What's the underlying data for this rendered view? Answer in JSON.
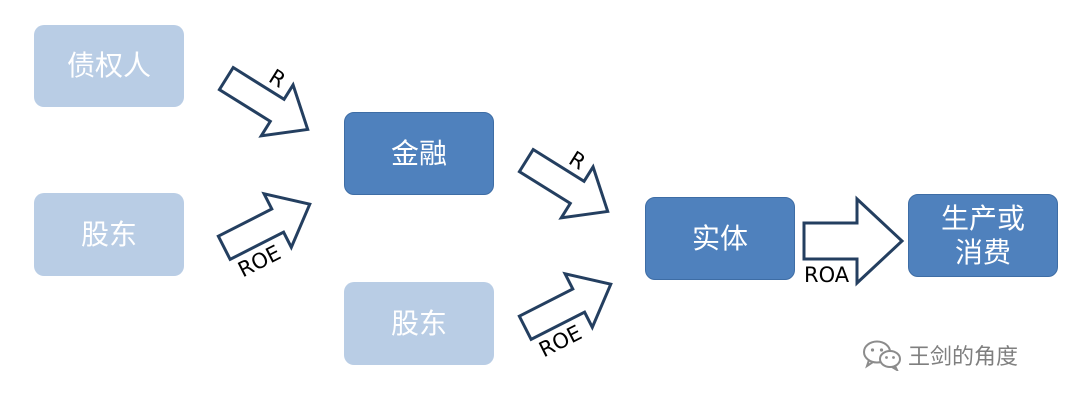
{
  "nodes": {
    "creditor": "债权人",
    "shareholder_top": "股东",
    "finance": "金融",
    "shareholder_bottom": "股东",
    "real_economy": "实体",
    "production_consumption": "生产或\n消费"
  },
  "arrow_labels": {
    "creditor_to_finance": "R",
    "shareholder_to_finance": "ROE",
    "finance_to_real": "R",
    "shareholder_to_real": "ROE",
    "real_to_production": "ROA"
  },
  "watermark": {
    "text": "王剑的角度",
    "icon": "wechat-icon"
  },
  "colors": {
    "light_box": "#b9cde5",
    "dark_box": "#4f81bd",
    "arrow_outline": "#243f60"
  }
}
